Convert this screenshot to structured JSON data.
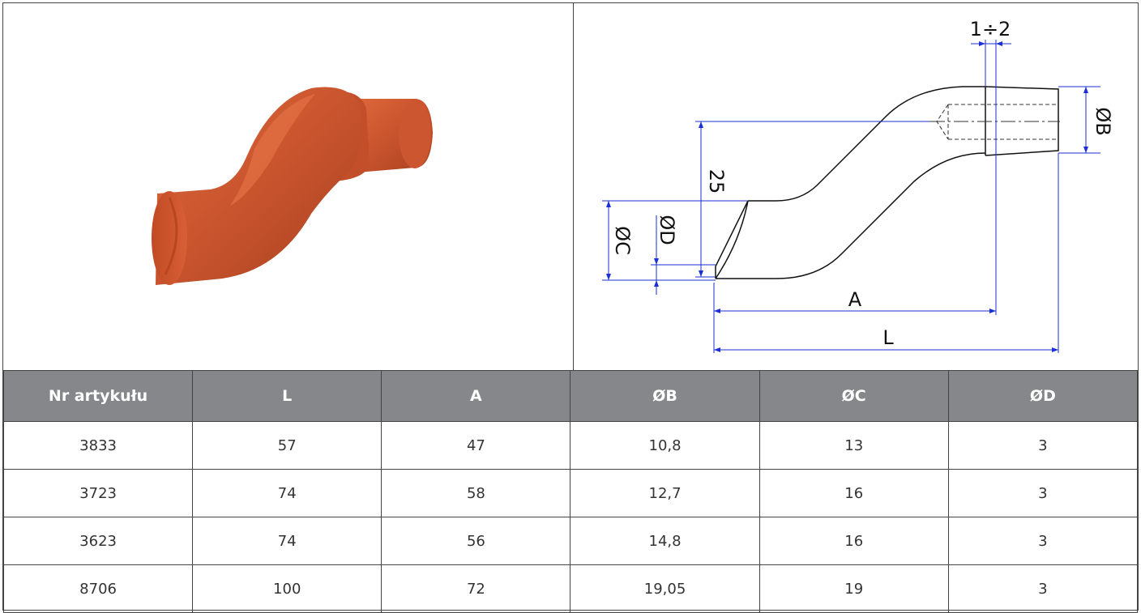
{
  "drawing": {
    "dim_gap": "1÷2",
    "dim_B": "ØB",
    "dim_25": "25",
    "dim_C": "ØC",
    "dim_D": "ØD",
    "dim_A": "A",
    "dim_L": "L"
  },
  "table": {
    "headers": [
      "Nr artykułu",
      "L",
      "A",
      "ØB",
      "ØC",
      "ØD"
    ],
    "rows": [
      [
        "3833",
        "57",
        "47",
        "10,8",
        "13",
        "3"
      ],
      [
        "3723",
        "74",
        "58",
        "12,7",
        "16",
        "3"
      ],
      [
        "3623",
        "74",
        "56",
        "14,8",
        "16",
        "3"
      ],
      [
        "8706",
        "100",
        "72",
        "19,05",
        "19",
        "3"
      ]
    ]
  },
  "colors": {
    "header_bg": "#86878b",
    "product": "#c8542e",
    "dimension": "#1a2fd6"
  }
}
